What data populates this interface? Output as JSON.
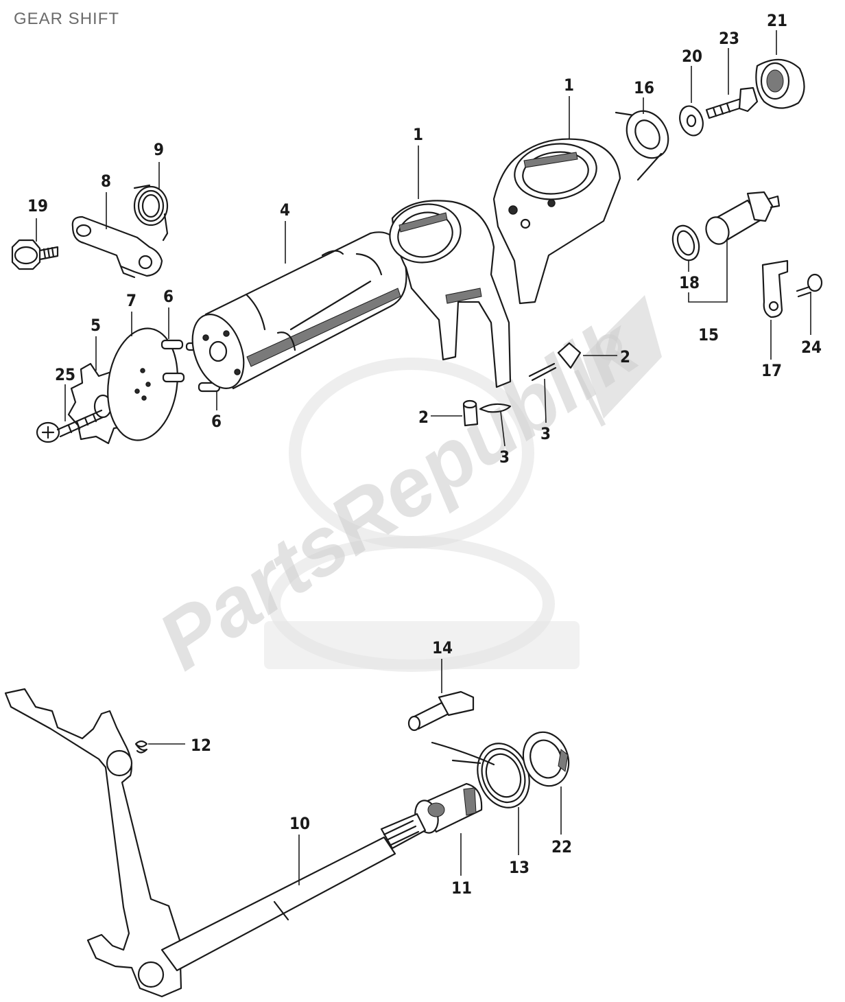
{
  "title": "GEAR SHIFT",
  "watermark": {
    "text": "PartsRepublik"
  },
  "callouts": [
    {
      "id": "1a",
      "label": "1"
    },
    {
      "id": "1b",
      "label": "1"
    },
    {
      "id": "2a",
      "label": "2"
    },
    {
      "id": "2b",
      "label": "2"
    },
    {
      "id": "3a",
      "label": "3"
    },
    {
      "id": "3b",
      "label": "3"
    },
    {
      "id": "4",
      "label": "4"
    },
    {
      "id": "5",
      "label": "5"
    },
    {
      "id": "6a",
      "label": "6"
    },
    {
      "id": "6b",
      "label": "6"
    },
    {
      "id": "7",
      "label": "7"
    },
    {
      "id": "8",
      "label": "8"
    },
    {
      "id": "9",
      "label": "9"
    },
    {
      "id": "10",
      "label": "10"
    },
    {
      "id": "11",
      "label": "11"
    },
    {
      "id": "12",
      "label": "12"
    },
    {
      "id": "13",
      "label": "13"
    },
    {
      "id": "14",
      "label": "14"
    },
    {
      "id": "15",
      "label": "15"
    },
    {
      "id": "16",
      "label": "16"
    },
    {
      "id": "17",
      "label": "17"
    },
    {
      "id": "18",
      "label": "18"
    },
    {
      "id": "19",
      "label": "19"
    },
    {
      "id": "20",
      "label": "20"
    },
    {
      "id": "21",
      "label": "21"
    },
    {
      "id": "22",
      "label": "22"
    },
    {
      "id": "23",
      "label": "23"
    },
    {
      "id": "24",
      "label": "24"
    },
    {
      "id": "25",
      "label": "25"
    }
  ]
}
